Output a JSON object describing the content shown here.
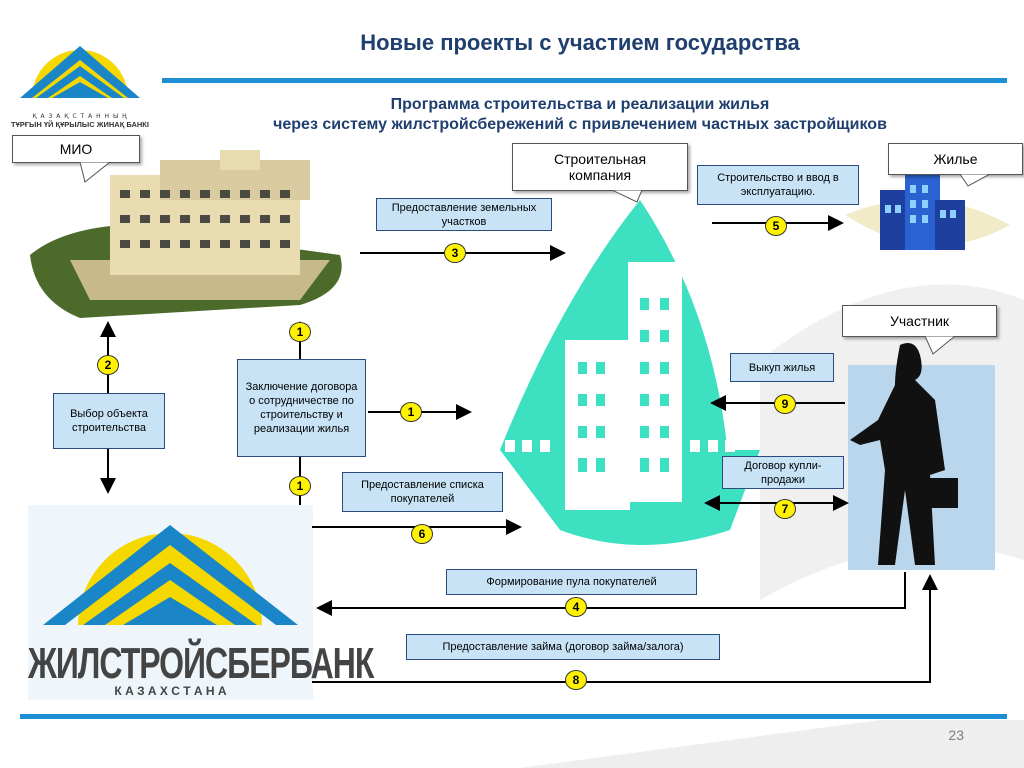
{
  "header": {
    "title": "Новые проекты с участием государства",
    "subtitle_line1": "Программа строительства и реализации жилья",
    "subtitle_line2": "через систему жилстройсбережений с привлечением частных застройщиков"
  },
  "logo_top": {
    "line1": "Қ А З А Қ С Т А Н Н Ы Ң",
    "line2": "ТҰРҒЫН ҮЙ ҚҰРЫЛЫС ЖИНАҚ БАНКІ"
  },
  "logo_bottom": {
    "name": "ЖИЛСТРОЙСБЕРБАНК",
    "sub": "К А З А Х С Т А Н А"
  },
  "callouts": {
    "mio": "МИО",
    "company_line1": "Строительная",
    "company_line2": "компания",
    "housing": "Жилье",
    "participant": "Участник"
  },
  "boxes": {
    "land": "Предоставление земельных участков",
    "construction": "Строительство и ввод в эксплуатацию.",
    "choice": "Выбор объекта строительства",
    "contract": "Заключение договора о сотрудничестве по строительству и реализации жилья",
    "buyers_list": "Предоставление списка покупателей",
    "buyout": "Выкуп жилья",
    "sale_contract": "Договор купли-продажи",
    "pool": "Формирование пула покупателей",
    "loan": "Предоставление займа (договор займа/залога)"
  },
  "numbers": {
    "n1a": "1",
    "n1b": "1",
    "n1c": "1",
    "n2": "2",
    "n3": "3",
    "n4": "4",
    "n5": "5",
    "n6": "6",
    "n7": "7",
    "n8": "8",
    "n9": "9"
  },
  "page": {
    "number": "23"
  },
  "colors": {
    "title": "#1f3f6e",
    "bar": "#1f8fd5",
    "box_fill": "#c9e3f6",
    "badge": "#fff200",
    "teal": "#3de0c0"
  }
}
